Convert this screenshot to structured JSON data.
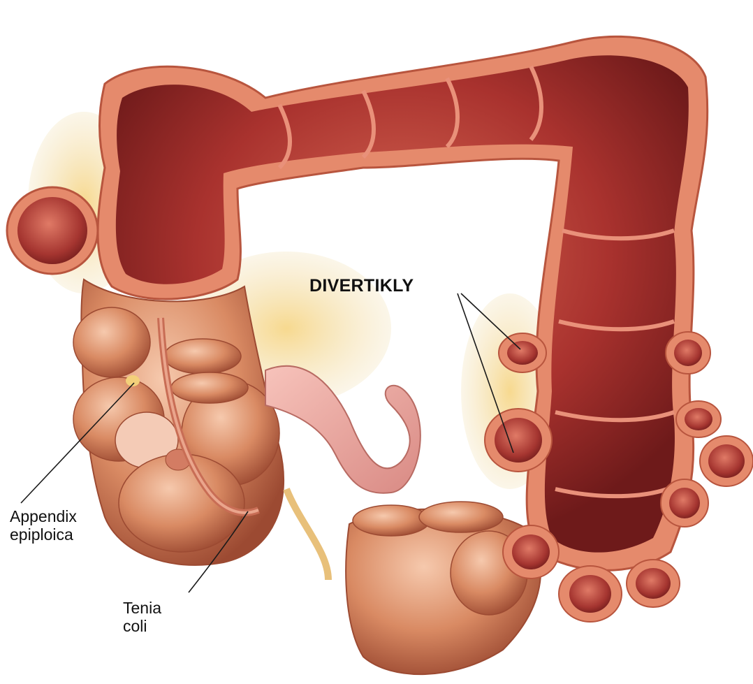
{
  "labels": {
    "divertikly": "DIVERTIKLY",
    "appendix_line1": "Appendix",
    "appendix_line2": "epiploica",
    "tenia_line1": "Tenia",
    "tenia_line2": "coli"
  },
  "colors": {
    "background": "#ffffff",
    "colon_wall_outer": "#e58a6c",
    "colon_wall_inner": "#f2a488",
    "colon_lumen": "#a9322e",
    "colon_lumen_dark": "#7a1d1c",
    "external_surface": "#d98a63",
    "fat_tissue": "#f0c36b",
    "small_bowel": "#e8a19a",
    "leader_line": "#1a1a1a"
  }
}
